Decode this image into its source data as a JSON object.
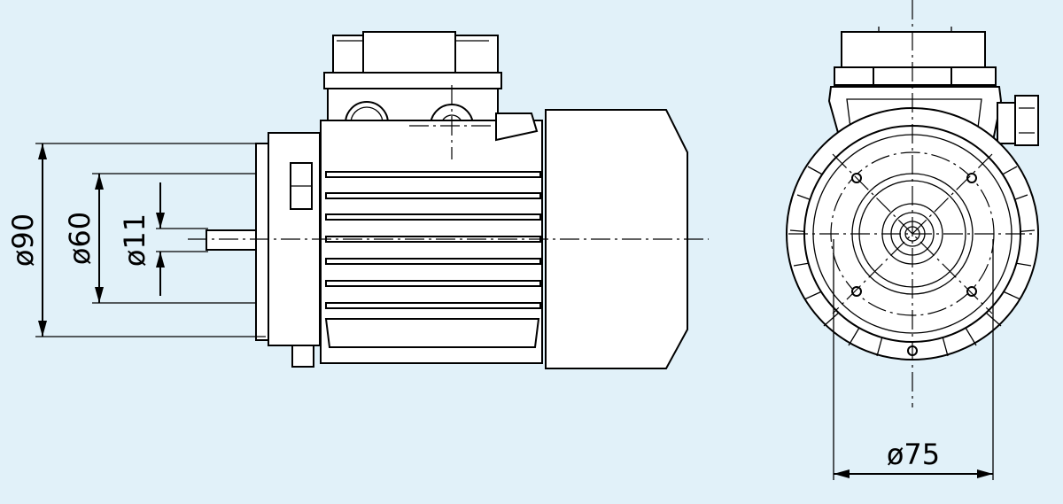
{
  "drawing": {
    "background": "#e1f1f9",
    "line_color": "#000000",
    "dimensions": {
      "flange_diameter": "ø90",
      "spigot_diameter": "ø60",
      "shaft_diameter": "ø11",
      "bolt_circle_diameter": "ø75"
    }
  }
}
